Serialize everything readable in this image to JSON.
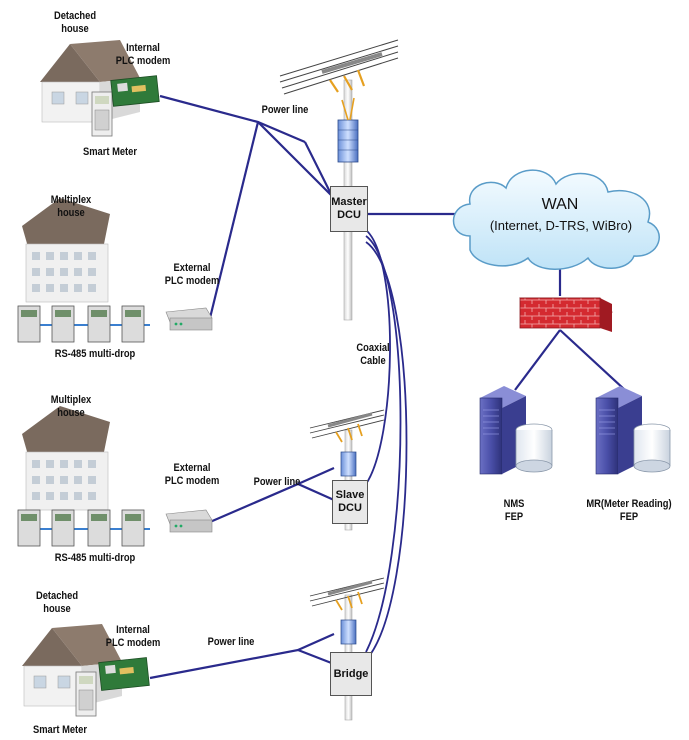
{
  "left": {
    "house1": {
      "title": "Detached\nhouse",
      "modem": "Internal\nPLC modem",
      "meter": "Smart Meter"
    },
    "house2": {
      "title": "Multiplex\nhouse",
      "modem": "External\nPLC modem",
      "bus": "RS-485 multi-drop"
    },
    "house3": {
      "title": "Multiplex\nhouse",
      "modem": "External\nPLC modem",
      "bus": "RS-485 multi-drop"
    },
    "house4": {
      "title": "Detached\nhouse",
      "modem": "Internal\nPLC modem",
      "meter": "Smart Meter"
    }
  },
  "links": {
    "powerline1": "Power line",
    "powerline2": "Power line",
    "powerline3": "Power line",
    "coax": "Coaxial\nCable"
  },
  "nodes": {
    "master_dcu": "Master\nDCU",
    "slave_dcu": "Slave\nDCU",
    "bridge": "Bridge"
  },
  "wan": {
    "title": "WAN",
    "subtitle": "(Internet, D-TRS, WiBro)"
  },
  "servers": {
    "nms": "NMS\nFEP",
    "mr": "MR(Meter Reading)\nFEP"
  },
  "colors": {
    "link": "#2a2a8c",
    "firewall": "#c8202a",
    "server": "#4a4fa8"
  }
}
